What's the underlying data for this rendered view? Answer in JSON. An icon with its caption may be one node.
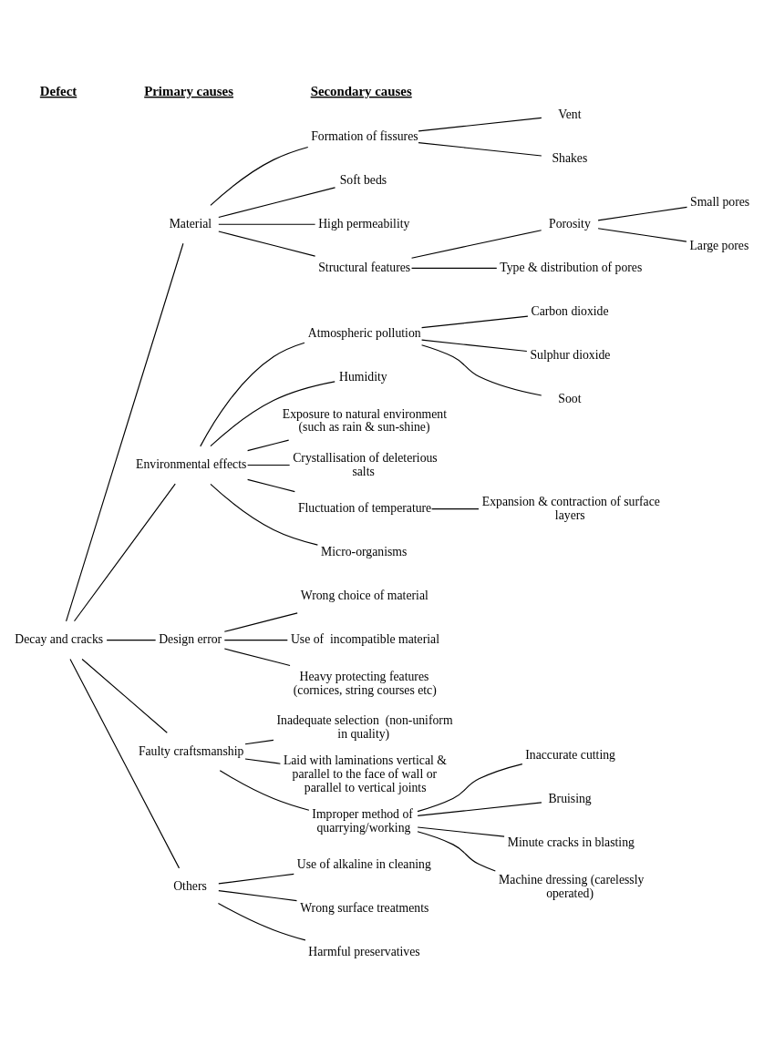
{
  "diagram": {
    "nodes": [
      {
        "text": [
          "Decay and cracks"
        ]
      },
      {
        "text": [
          "Material"
        ]
      },
      {
        "text": [
          "Formation of fissures"
        ]
      },
      {
        "text": [
          "Vent"
        ]
      },
      {
        "text": [
          "Shakes"
        ]
      },
      {
        "text": [
          "Soft beds"
        ]
      },
      {
        "text": [
          "High permeability"
        ]
      },
      {
        "text": [
          "Structural features"
        ]
      },
      {
        "text": [
          "Porosity"
        ]
      },
      {
        "text": [
          "Small pores"
        ]
      },
      {
        "text": [
          "Large pores"
        ]
      },
      {
        "text": [
          "Type & distribution of pores"
        ]
      },
      {
        "text": [
          "Environmental effects"
        ]
      },
      {
        "text": [
          "Atmospheric pollution"
        ]
      },
      {
        "text": [
          "Carbon dioxide"
        ]
      },
      {
        "text": [
          "Sulphur dioxide"
        ]
      },
      {
        "text": [
          "Soot"
        ]
      },
      {
        "text": [
          "Humidity"
        ]
      },
      {
        "text": [
          "Exposure to natural environment (such as rain & sun-shine)"
        ]
      },
      {
        "text": [
          "Crystallisation of deleterious salts"
        ]
      },
      {
        "text": [
          "Fluctuation of temperature"
        ]
      },
      {
        "text": [
          "Expansion & contraction of surface layers"
        ]
      },
      {
        "text": [
          "Micro-organisms"
        ]
      },
      {
        "text": [
          "Design error"
        ]
      },
      {
        "text": [
          "Wrong choice of material"
        ]
      },
      {
        "text": [
          "Use of  incompatible material"
        ]
      },
      {
        "text": [
          "Heavy protecting features (cornices, string courses etc)"
        ]
      },
      {
        "text": [
          "Faulty craftsmanship"
        ]
      },
      {
        "text": [
          "Inadequate selection  (non-uniform in quality)"
        ]
      },
      {
        "text": [
          "Laid with laminations vertical & parallel to the face of wall or parallel to vertical joints"
        ]
      },
      {
        "text": [
          "Improper method of  quarrying/working"
        ]
      },
      {
        "text": [
          "Inaccurate cutting"
        ]
      },
      {
        "text": [
          "Bruising"
        ]
      },
      {
        "text": [
          "Minute cracks in blasting"
        ]
      },
      {
        "text": [
          "Machine dressing (carelessly operated)"
        ]
      },
      {
        "text": [
          "Others"
        ]
      },
      {
        "text": [
          "Use of alkaline in cleaning"
        ]
      },
      {
        "text": [
          "Wrong surface treatments"
        ]
      },
      {
        "text": [
          "Harmful preservatives"
        ]
      }
    ],
    "edges": [
      {
        "from": 0,
        "to": 1,
        "arrow": "none"
      },
      {
        "from": 1,
        "to": 2,
        "arrow": "none"
      },
      {
        "from": 2,
        "to": 3,
        "arrow": "none"
      },
      {
        "from": 2,
        "to": 4,
        "arrow": "none"
      },
      {
        "from": 1,
        "to": 5,
        "arrow": "none"
      },
      {
        "from": 1,
        "to": 6,
        "arrow": "none"
      },
      {
        "from": 1,
        "to": 7,
        "arrow": "none"
      },
      {
        "from": 7,
        "to": 8,
        "arrow": "none"
      },
      {
        "from": 8,
        "to": 9,
        "arrow": "none"
      },
      {
        "from": 8,
        "to": 10,
        "arrow": "none"
      },
      {
        "from": 7,
        "to": 11,
        "arrow": "none"
      },
      {
        "from": 0,
        "to": 12,
        "arrow": "none"
      },
      {
        "from": 12,
        "to": 13,
        "arrow": "none"
      },
      {
        "from": 13,
        "to": 14,
        "arrow": "none"
      },
      {
        "from": 13,
        "to": 15,
        "arrow": "none"
      },
      {
        "from": 13,
        "to": 16,
        "arrow": "none"
      },
      {
        "from": 12,
        "to": 17,
        "arrow": "none"
      },
      {
        "from": 12,
        "to": 18,
        "arrow": "none"
      },
      {
        "from": 12,
        "to": 19,
        "arrow": "none"
      },
      {
        "from": 12,
        "to": 20,
        "arrow": "none"
      },
      {
        "from": 20,
        "to": 21,
        "arrow": "none"
      },
      {
        "from": 12,
        "to": 22,
        "arrow": "none"
      },
      {
        "from": 0,
        "to": 23,
        "arrow": "none"
      },
      {
        "from": 23,
        "to": 24,
        "arrow": "none"
      },
      {
        "from": 23,
        "to": 25,
        "arrow": "none"
      },
      {
        "from": 23,
        "to": 26,
        "arrow": "none"
      },
      {
        "from": 0,
        "to": 27,
        "arrow": "none"
      },
      {
        "from": 27,
        "to": 28,
        "arrow": "none"
      },
      {
        "from": 27,
        "to": 29,
        "arrow": "none"
      },
      {
        "from": 27,
        "to": 30,
        "arrow": "none"
      },
      {
        "from": 30,
        "to": 31,
        "arrow": "none"
      },
      {
        "from": 30,
        "to": 32,
        "arrow": "none"
      },
      {
        "from": 30,
        "to": 33,
        "arrow": "none"
      },
      {
        "from": 30,
        "to": 34,
        "arrow": "none"
      },
      {
        "from": 0,
        "to": 35,
        "arrow": "none"
      },
      {
        "from": 35,
        "to": 36,
        "arrow": "none"
      },
      {
        "from": 35,
        "to": 37,
        "arrow": "none"
      },
      {
        "from": 35,
        "to": 38,
        "arrow": "none"
      }
    ],
    "labels": [
      "Defect",
      "Primary causes",
      "Secondary causes"
    ]
  }
}
